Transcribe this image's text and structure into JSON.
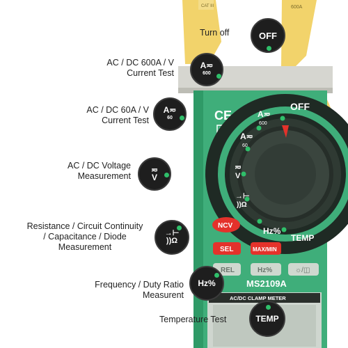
{
  "annotations": [
    {
      "id": "turn-off",
      "label": "Turn off",
      "icon": "OFF"
    },
    {
      "id": "ac-dc-600a",
      "label_line1": "AC / DC 600A / V",
      "label_line2": "Current Test",
      "icon_main": "A≂",
      "icon_sub": "600"
    },
    {
      "id": "ac-dc-60a",
      "label_line1": "AC / DC 60A / V",
      "label_line2": "Current Test",
      "icon_main": "A≂",
      "icon_sub": "60"
    },
    {
      "id": "ac-dc-voltage",
      "label_line1": "AC / DC Voltage",
      "label_line2": "Measurement",
      "icon_main": "≂",
      "icon_sub": "V"
    },
    {
      "id": "resistance",
      "label_line1": "Resistance / Circuit Continuity",
      "label_line2": "/ Capacitance / Diode",
      "label_line3": "Measurement",
      "icon_main": "→⊢",
      "icon_sub": "))Ω"
    },
    {
      "id": "frequency",
      "label_line1": "Frequency / Duty Ratio",
      "label_line2": "Measurent",
      "icon": "Hz%"
    },
    {
      "id": "temperature",
      "label": "Temperature Test",
      "icon": "TEMP"
    }
  ],
  "device": {
    "dial_labels": {
      "off": "OFF",
      "a600_main": "A≂",
      "a600_sub": "600",
      "a60_main": "A≂",
      "a60_sub": "60",
      "v_main": "≂",
      "v_sub": "V",
      "res_main": "→⊢",
      "res_sub": "))Ω",
      "hz": "Hz%",
      "temp": "TEMP"
    },
    "buttons": {
      "ncv": "NCV",
      "sel": "SEL",
      "maxmin": "MAX/MIN",
      "rel": "REL",
      "hz": "Hz%",
      "light": "☼/◫"
    },
    "model": "MS2109A",
    "subtitle": "AC/DC CLAMP METER",
    "cat_label": "CAT III",
    "rating_label": "600A",
    "ce_mark": "CE"
  },
  "colors": {
    "body_green": "#3fae7a",
    "dial_dark": "#2f3a33",
    "jaw_yellow": "#f2d36b",
    "accent_red": "#e4322b",
    "badge_dot": "#2fbf6a"
  }
}
